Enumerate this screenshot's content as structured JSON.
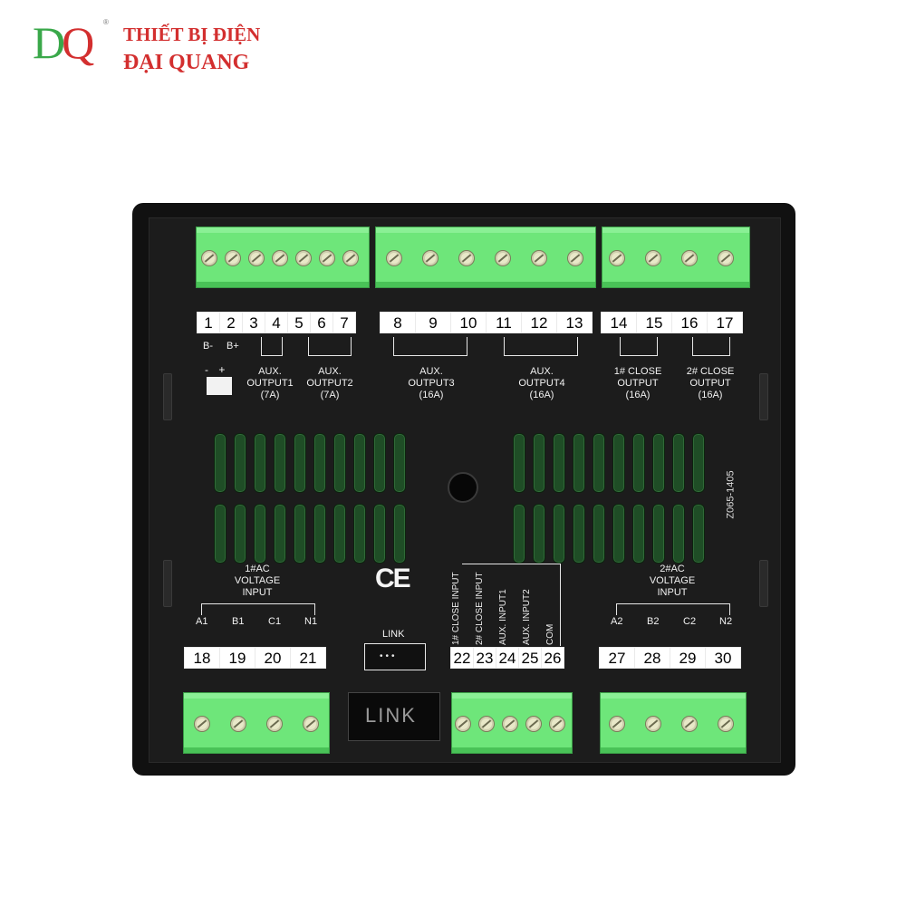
{
  "logo": {
    "mark_left": "D",
    "mark_right": "Q",
    "reg": "®",
    "line1": "THIẾT BỊ ĐIỆN",
    "line2": "ĐẠI QUANG"
  },
  "device": {
    "model": "Z065-1405",
    "ce": "CE",
    "link_port_label": "LINK",
    "link_plate_label": "LINK",
    "battery_symbol": "- +",
    "terminals_top": [
      "1",
      "2",
      "3",
      "4",
      "5",
      "6",
      "7",
      "8",
      "9",
      "10",
      "11",
      "12",
      "13",
      "14",
      "15",
      "16",
      "17"
    ],
    "terminals_bottom_left": [
      "18",
      "19",
      "20",
      "21"
    ],
    "terminals_bottom_mid": [
      "22",
      "23",
      "24",
      "25",
      "26"
    ],
    "terminals_bottom_right": [
      "27",
      "28",
      "29",
      "30"
    ],
    "labels": {
      "b_minus": "B-",
      "b_plus": "B+",
      "aux_out1": "AUX.\nOUTPUT1\n(7A)",
      "aux_out2": "AUX.\nOUTPUT2\n(7A)",
      "aux_out3": "AUX.\nOUTPUT3\n(16A)",
      "aux_out4": "AUX.\nOUTPUT4\n(16A)",
      "close1": "1# CLOSE\nOUTPUT\n(16A)",
      "close2": "2# CLOSE\nOUTPUT\n(16A)",
      "ac1": "1#AC\nVOLTAGE\nINPUT",
      "ac2": "2#AC\nVOLTAGE\nINPUT",
      "a1": "A1",
      "b1": "B1",
      "c1": "C1",
      "n1": "N1",
      "a2": "A2",
      "b2": "B2",
      "c2": "C2",
      "n2": "N2",
      "in22": "1# CLOSE INPUT",
      "in23": "2# CLOSE INPUT",
      "in24": "AUX. INPUT1",
      "in25": "AUX. INPUT2",
      "in26": "COM"
    }
  }
}
